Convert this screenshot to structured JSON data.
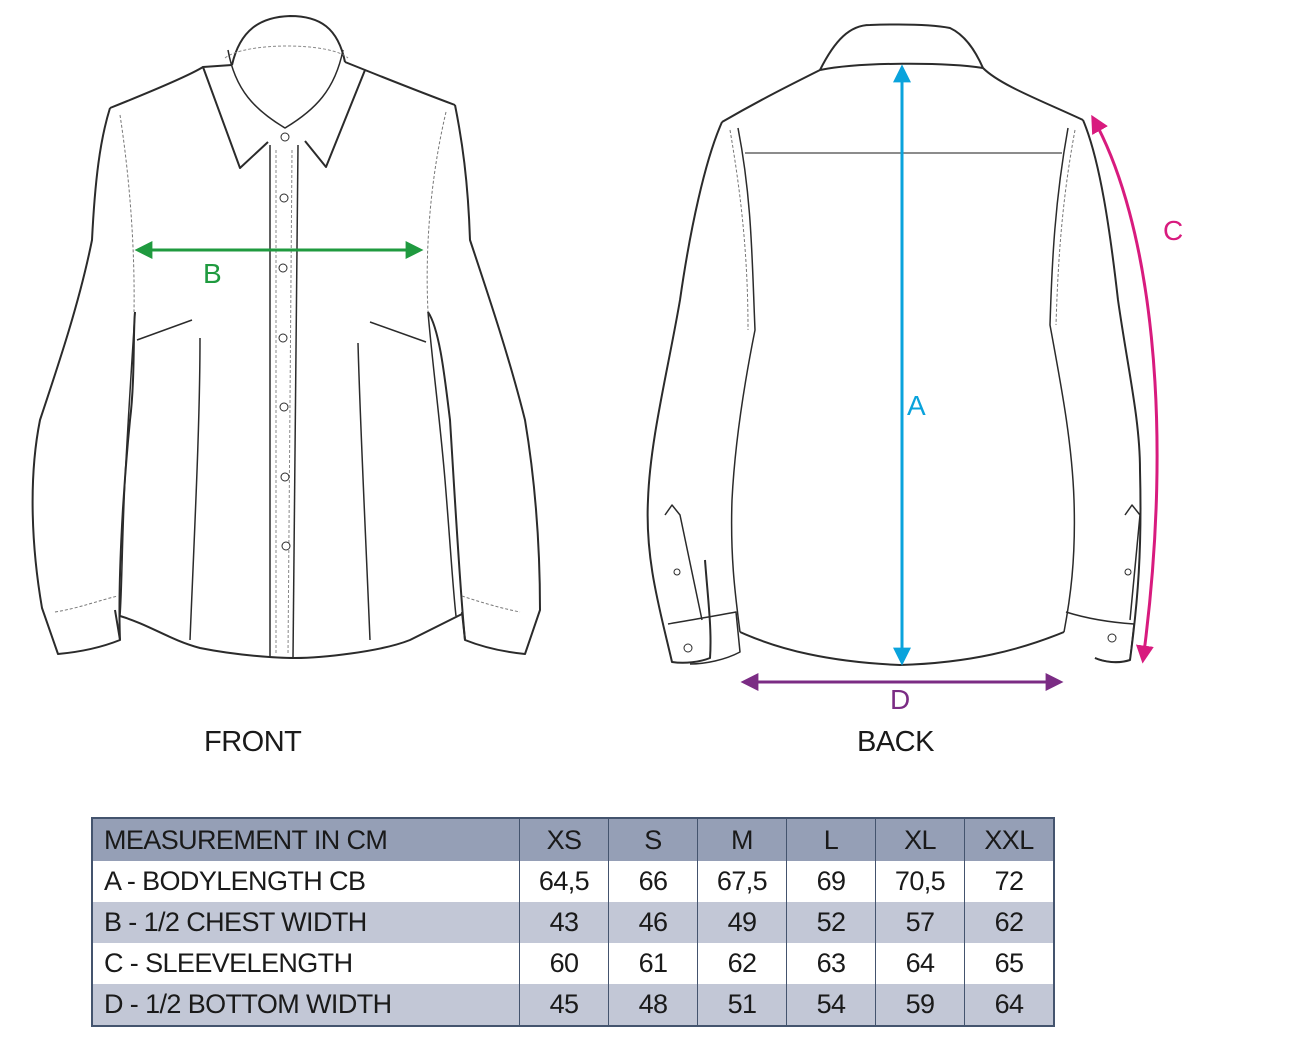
{
  "views": {
    "front_label": "FRONT",
    "back_label": "BACK"
  },
  "measurements": {
    "A": {
      "letter": "A",
      "color": "#0aa3dc",
      "name": "BODYLENGTH CB"
    },
    "B": {
      "letter": "B",
      "color": "#1f9a3f",
      "name": "1/2 CHEST WIDTH"
    },
    "C": {
      "letter": "C",
      "color": "#d81b7e",
      "name": "SLEEVELENGTH"
    },
    "D": {
      "letter": "D",
      "color": "#7b2c84",
      "name": "1/2 BOTTOM WIDTH"
    }
  },
  "table": {
    "header": [
      "MEASUREMENT IN CM",
      "XS",
      "S",
      "M",
      "L",
      "XL",
      "XXL"
    ],
    "rows": [
      [
        "A - BODYLENGTH CB",
        "64,5",
        "66",
        "67,5",
        "69",
        "70,5",
        "72"
      ],
      [
        "B - 1/2 CHEST WIDTH",
        "43",
        "46",
        "49",
        "52",
        "57",
        "62"
      ],
      [
        "C - SLEEVELENGTH",
        "60",
        "61",
        "62",
        "63",
        "64",
        "65"
      ],
      [
        "D - 1/2 BOTTOM WIDTH",
        "45",
        "48",
        "51",
        "54",
        "59",
        "64"
      ]
    ],
    "colors": {
      "header_bg": "#959fb6",
      "alt_row_bg": "#c2c7d6",
      "border": "#44546e"
    }
  },
  "chart_data": {
    "type": "table",
    "title": "MEASUREMENT IN CM",
    "categories": [
      "XS",
      "S",
      "M",
      "L",
      "XL",
      "XXL"
    ],
    "series": [
      {
        "name": "A - BODYLENGTH CB",
        "values": [
          64.5,
          66,
          67.5,
          69,
          70.5,
          72
        ]
      },
      {
        "name": "B - 1/2 CHEST WIDTH",
        "values": [
          43,
          46,
          49,
          52,
          57,
          62
        ]
      },
      {
        "name": "C - SLEEVELENGTH",
        "values": [
          60,
          61,
          62,
          63,
          64,
          65
        ]
      },
      {
        "name": "D - 1/2 BOTTOM WIDTH",
        "values": [
          45,
          48,
          51,
          54,
          59,
          64
        ]
      }
    ]
  }
}
